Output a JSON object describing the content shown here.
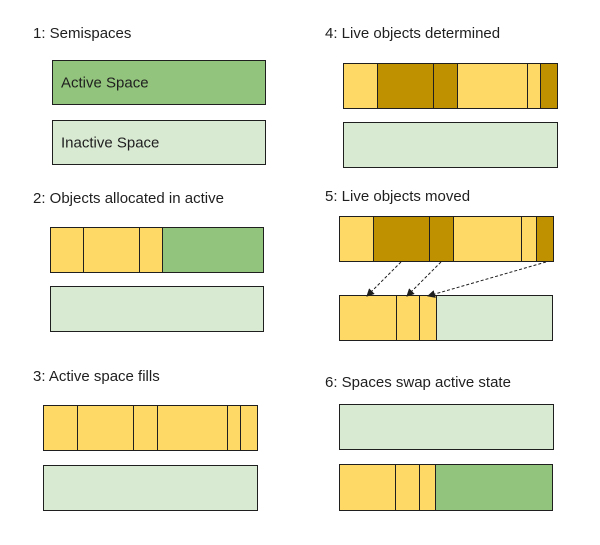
{
  "colors": {
    "active": "#93c47d",
    "inactive": "#d9ead3",
    "object": "#ffd966",
    "live": "#bf9000",
    "border": "#1f1f1f"
  },
  "steps": {
    "s1": {
      "title": "1: Semispaces",
      "active_label": "Active Space",
      "inactive_label": "Inactive Space"
    },
    "s2": {
      "title": "2: Objects allocated in active"
    },
    "s3": {
      "title": "3: Active space fills"
    },
    "s4": {
      "title": "4: Live objects determined"
    },
    "s5": {
      "title": "5: Live objects moved"
    },
    "s6": {
      "title": "6: Spaces swap active state"
    }
  },
  "bars": {
    "s2_top": [
      "object",
      "object",
      "object",
      "active"
    ],
    "s3_top": [
      "object",
      "object",
      "object",
      "object",
      "object",
      "object"
    ],
    "s4_top": [
      "object",
      "live",
      "live",
      "object",
      "object",
      "live"
    ],
    "s5_top": [
      "object",
      "live",
      "live",
      "object",
      "object",
      "live"
    ],
    "s5_bottom": [
      "object",
      "object",
      "object",
      "inactive"
    ],
    "s6_bottom": [
      "object",
      "object",
      "object",
      "active"
    ]
  }
}
